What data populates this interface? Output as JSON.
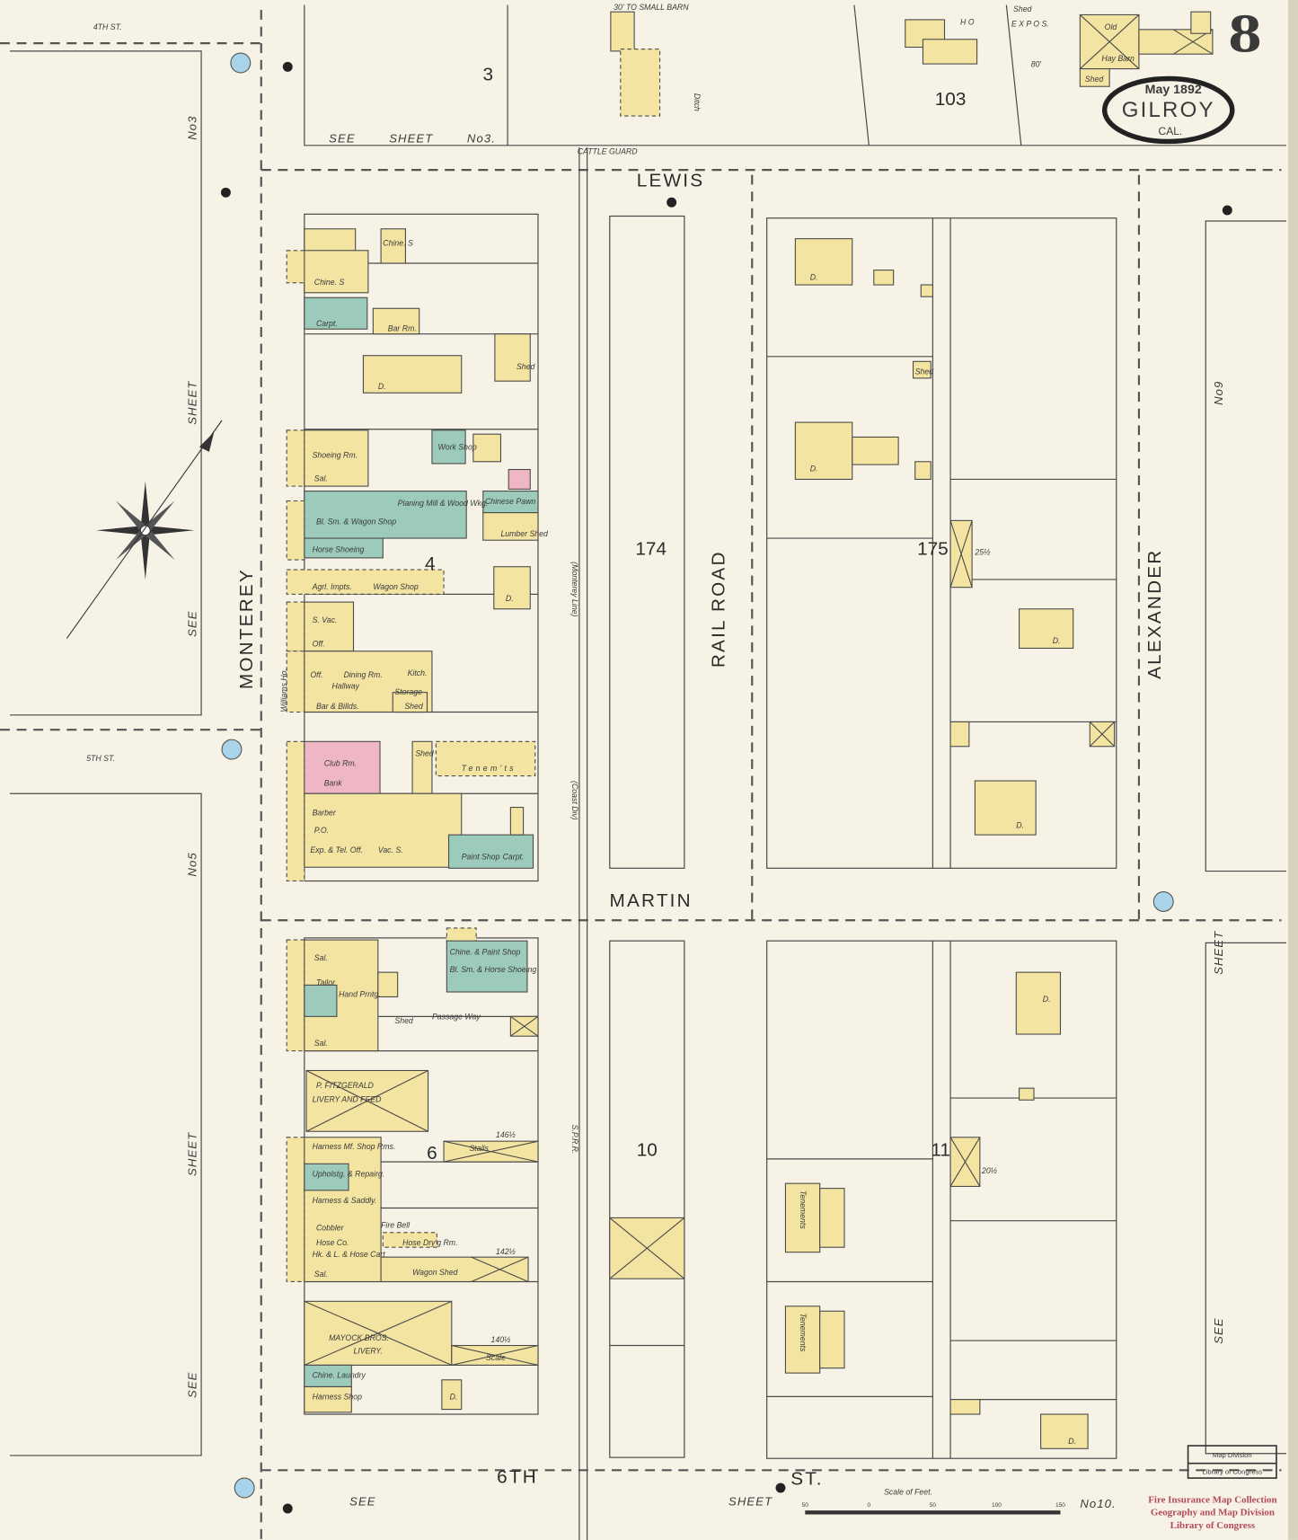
{
  "title": {
    "date": "May 1892",
    "city": "GILROY",
    "state": "CAL.",
    "sheet_number": "8"
  },
  "streets": {
    "fourth": "4TH ST.",
    "fifth": "5TH ST.",
    "lewis": "LEWIS",
    "martin": "MARTIN",
    "sixth": "6TH",
    "sixth_st": "ST.",
    "monterey": "MONTEREY",
    "railroad": "RAIL ROAD",
    "alexander": "ALEXANDER",
    "monterey_line": "(Monterey Line)",
    "coast_div": "(Coast Div)",
    "sprr": "S.P.R.R."
  },
  "blocks": {
    "b3": "3",
    "b103": "103",
    "b4": "4",
    "b174": "174",
    "b175": "175",
    "b6": "6",
    "b10": "10",
    "b11": "11"
  },
  "references": {
    "see": "SEE",
    "sheet": "SHEET",
    "no3": "No3",
    "no5": "No5",
    "no9": "No9",
    "no10": "No10.",
    "top_ref": "SEE  SHEET  No3."
  },
  "top_area": {
    "small_barn": "30' TO SMALL BARN",
    "ditch": "Ditch",
    "cattle_guard": "CATTLE GUARD",
    "ho": "H O",
    "expos": "E X P O S.",
    "dist_80": "80'",
    "old": "Old",
    "hay_barn": "Hay Barn",
    "shed": "Shed",
    "shed2": "Shed"
  },
  "block4_labels": [
    "Chine. S",
    "Chine. S",
    "Carpt.",
    "Bar Rm.",
    "Shed",
    "D.",
    "Shoeing Rm.",
    "Sal.",
    "Work Shop",
    "Planing Mill & Wood Wkg.",
    "Bl. Sm. & Wagon Shop",
    "Horse Shoeing",
    "Chinese Pawn",
    "Lumber Shed",
    "Agrl. Impts.",
    "Wagon Shop",
    "S. Vac.",
    "Off.",
    "Off.",
    "Dining Rm.",
    "Hallway",
    "Kitch.",
    "Bar & Billds.",
    "Williams Ho.",
    "Club Rm.",
    "Bank",
    "Shed",
    "Tenem'ts",
    "Barber",
    "P.O.",
    "Exp. & Tel. Off.",
    "Vac. S.",
    "Paint Shop",
    "Carpt.",
    "Storage",
    "Shed",
    "D."
  ],
  "block6_labels": [
    "Sal.",
    "Tailor",
    "Hand Prntg.",
    "Sal.",
    "Shed",
    "Chine. & Paint Shop",
    "Bl. Sm. & Horse Shoeing",
    "Passage Way",
    "P. FITZGERALD",
    "LIVERY AND FEED",
    "Stalls",
    "Harness Mf. Shop Rms.",
    "Upholstg. & Repairg.",
    "Harness & Saddly.",
    "Cobbler",
    "Hose Co.",
    "Hk. & L. & Hose Cart",
    "Sal.",
    "Wagon Shed",
    "Hose Dry'g Rm.",
    "Fire Bell",
    "MAYOCK BROS.",
    "LIVERY.",
    "Scale",
    "Chine. Laundry",
    "Harness Shop",
    "D.",
    "146½",
    "142½",
    "140½"
  ],
  "block175_labels": [
    "D.",
    "Shed",
    "D.",
    "D.",
    "D.",
    "25½"
  ],
  "block11_labels": [
    "D.",
    "Tenements",
    "Tenements",
    "D.",
    "20½"
  ],
  "scale": {
    "title": "Scale of Feet.",
    "ticks": [
      "50",
      "0",
      "50",
      "100",
      "150"
    ]
  },
  "stamps": {
    "map_division": "Map Division",
    "loc": "Library of Congress",
    "collection": "Fire Insurance Map Collection",
    "geo": "Geography and Map Division",
    "loc2": "Library of Congress"
  },
  "colors": {
    "frame_brick": "#efb6c3",
    "frame": "#f3e4a1",
    "stone_iron": "#9ccabb",
    "hydrant": "#a8d3e8",
    "paper": "#f6f3e6"
  },
  "icons": {
    "compass": "compass-rose-icon",
    "hydrant": "fire-hydrant-icon",
    "well": "well-dot-icon"
  }
}
